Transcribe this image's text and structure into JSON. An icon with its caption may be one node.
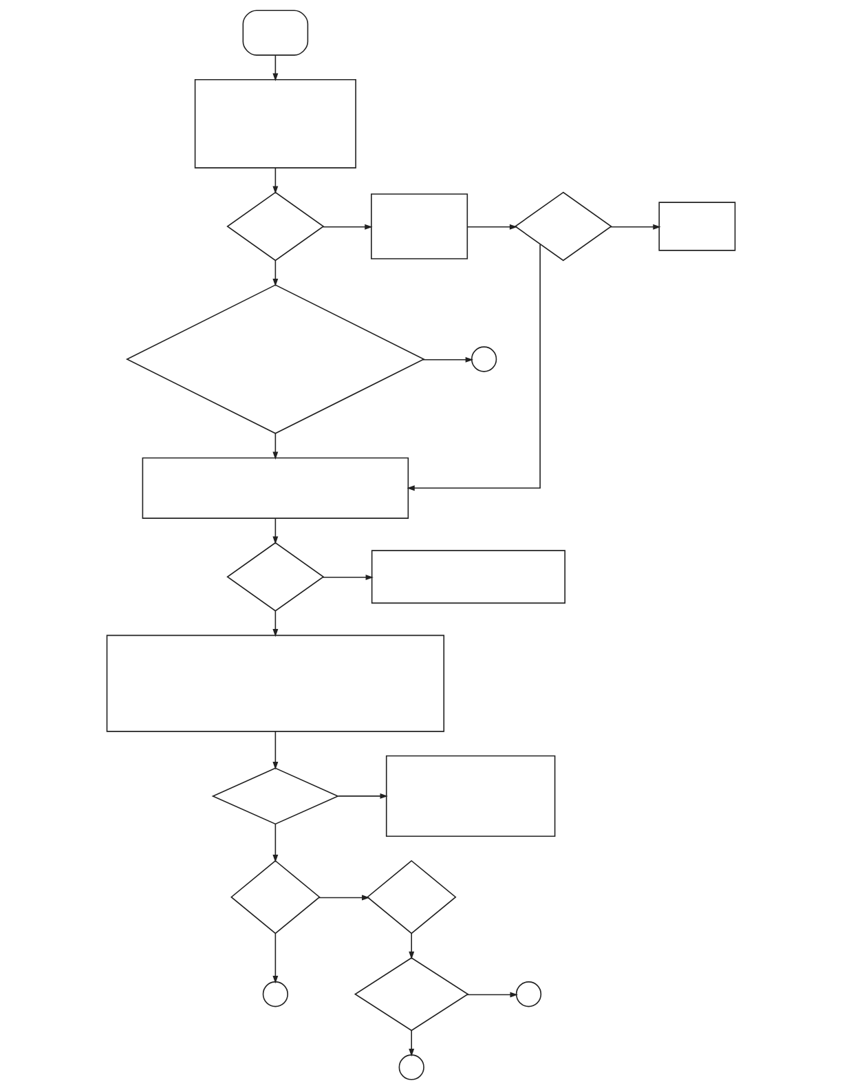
{
  "diagram": {
    "nodes": [
      {
        "text": [],
        "shape": "rounded"
      },
      {
        "text": [],
        "shape": "box"
      },
      {
        "text": [],
        "shape": "diamond"
      },
      {
        "text": [],
        "shape": "box"
      },
      {
        "text": [],
        "shape": "diamond"
      },
      {
        "text": [],
        "shape": "box"
      },
      {
        "text": [],
        "shape": "diamond"
      },
      {
        "text": [],
        "shape": "circle"
      },
      {
        "text": [],
        "shape": "box"
      },
      {
        "text": [],
        "shape": "diamond"
      },
      {
        "text": [],
        "shape": "box"
      },
      {
        "text": [],
        "shape": "box"
      },
      {
        "text": [],
        "shape": "diamond"
      },
      {
        "text": [],
        "shape": "box"
      },
      {
        "text": [],
        "shape": "diamond"
      },
      {
        "text": [],
        "shape": "diamond"
      },
      {
        "text": [],
        "shape": "circle"
      },
      {
        "text": [],
        "shape": "diamond"
      },
      {
        "text": [],
        "shape": "circle"
      },
      {
        "text": [],
        "shape": "circle"
      }
    ],
    "edges": [
      {
        "from": 0,
        "to": 1,
        "arrow": "to"
      },
      {
        "from": 1,
        "to": 2,
        "arrow": "to"
      },
      {
        "from": 2,
        "to": 3,
        "arrow": "to"
      },
      {
        "from": 2,
        "to": 6,
        "arrow": "to"
      },
      {
        "from": 3,
        "to": 4,
        "arrow": "to"
      },
      {
        "from": 4,
        "to": 5,
        "arrow": "to"
      },
      {
        "from": 4,
        "to": 8,
        "arrow": "to"
      },
      {
        "from": 6,
        "to": 7,
        "arrow": "to"
      },
      {
        "from": 6,
        "to": 8,
        "arrow": "to"
      },
      {
        "from": 8,
        "to": 9,
        "arrow": "to"
      },
      {
        "from": 9,
        "to": 10,
        "arrow": "to"
      },
      {
        "from": 9,
        "to": 11,
        "arrow": "to"
      },
      {
        "from": 11,
        "to": 12,
        "arrow": "to"
      },
      {
        "from": 12,
        "to": 13,
        "arrow": "to"
      },
      {
        "from": 12,
        "to": 14,
        "arrow": "to"
      },
      {
        "from": 14,
        "to": 15,
        "arrow": "to"
      },
      {
        "from": 14,
        "to": 16,
        "arrow": "to"
      },
      {
        "from": 15,
        "to": 17,
        "arrow": "to"
      },
      {
        "from": 17,
        "to": 18,
        "arrow": "to"
      },
      {
        "from": 17,
        "to": 19,
        "arrow": "to"
      }
    ]
  }
}
